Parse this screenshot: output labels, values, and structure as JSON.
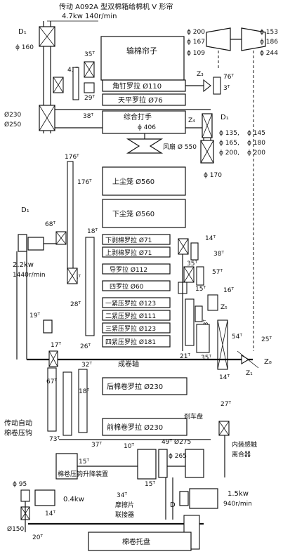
{
  "title": "传动 A092A 型双棉箱给棉机 V 形帘",
  "motor_top": "4.7kw 140r/min",
  "labels": {
    "D1_top": "D₁",
    "d160": "ϕ 160",
    "d230": "Ø230",
    "d250": "Ø250",
    "t43": "43ᵀ",
    "t35a": "35ᵀ",
    "t29": "29ᵀ",
    "t38a": "38ᵀ",
    "box_curtain": "输棉帘子",
    "roller_spike": "角钉罗拉 Ø110",
    "roller_balance": "天平罗拉 Ø76",
    "beater": "综合打手",
    "d406": "ϕ 406",
    "fan": "风扇 Ø 550",
    "d200": "ϕ 200",
    "d167": "ϕ 167",
    "d109": "ϕ 109",
    "d153": "ϕ 153",
    "d186": "ϕ 186",
    "d244": "ϕ 244",
    "z3": "Z₃",
    "t76": "76ᵀ",
    "t3": "3ᵀ",
    "z4": "Z₄",
    "D1_mid": "D₁",
    "d135": "ϕ 135,",
    "d145": "ϕ 145",
    "d165": "ϕ 165,",
    "d180": "ϕ 180",
    "d200b": "ϕ 200,",
    "d200c": "ϕ 200",
    "d170": "ϕ 170",
    "t176a": "176ᵀ",
    "t176b": "176ᵀ",
    "box_upper_dust": "上尘笼 Ø560",
    "box_lower_dust": "下尘笼 Ø560",
    "D1_left": "D₁",
    "t68": "68ᵀ",
    "t18a": "18ᵀ",
    "motor2_power": "2.2kw",
    "motor2_speed": "1440r/min",
    "t58": "58ᵀ",
    "t28": "28ᵀ",
    "roller_lower_feed": "下剥棉罗拉 Ø71",
    "roller_upper_feed": "上剥棉罗拉 Ø71",
    "roller_guide": "导罗拉 Ø112",
    "roller_4": "四罗拉 Ø60",
    "t14a": "14ᵀ",
    "t38b": "38ᵀ",
    "t35b": "35ᵀ",
    "t57": "57ᵀ",
    "t15a": "15ᵀ",
    "t16": "16ᵀ",
    "roller_press1": "一紧压罗拉 Ø123",
    "roller_press2": "二紧压罗拉 Ø111",
    "roller_press3": "三紧压罗拉 Ø123",
    "roller_press4": "四紧压罗拉 Ø181",
    "z5": "Z₅",
    "t53": "53ᵀ",
    "t19": "19ᵀ",
    "t26": "26ᵀ",
    "t21": "21ᵀ",
    "t35c": "35ᵀ",
    "t54": "54ᵀ",
    "t25": "25ᵀ",
    "t17": "17ᵀ",
    "shaft": "成卷轴",
    "t32": "32ᵀ",
    "t14b": "14ᵀ",
    "z8": "Z₈",
    "z1": "Z₁",
    "t67": "67ᵀ",
    "t18b": "18ᵀ",
    "roller_rear_lap": "后棉卷罗拉 Ø230",
    "roller_front_lap": "前棉卷罗拉 Ø230",
    "t73": "73ᵀ",
    "auto_drive": "传动自动",
    "lap_press": "棉卷压钩",
    "t37": "37ᵀ",
    "t10": "10ᵀ",
    "t49": "49ᵀ",
    "brake": "刹车盘",
    "d275": "Ø275",
    "t27": "27ᵀ",
    "clutch": "内装感触",
    "clutch2": "离合器",
    "t15b": "15ᵀ",
    "d265": "ϕ 265",
    "lift": "棉卷压钩升降装置",
    "t15c": "15ᵀ",
    "t34": "34ᵀ",
    "friction": "摩擦片",
    "coupler": "联接器",
    "D_bottom": "D",
    "motor3_power": "1.5kw",
    "motor3_speed": "940r/min",
    "d95": "ϕ 95",
    "motor4_power": "0.4kw",
    "t14c": "14ᵀ",
    "d150": "Ø150",
    "t20": "20ᵀ",
    "lap_tray": "棉卷托盘"
  }
}
